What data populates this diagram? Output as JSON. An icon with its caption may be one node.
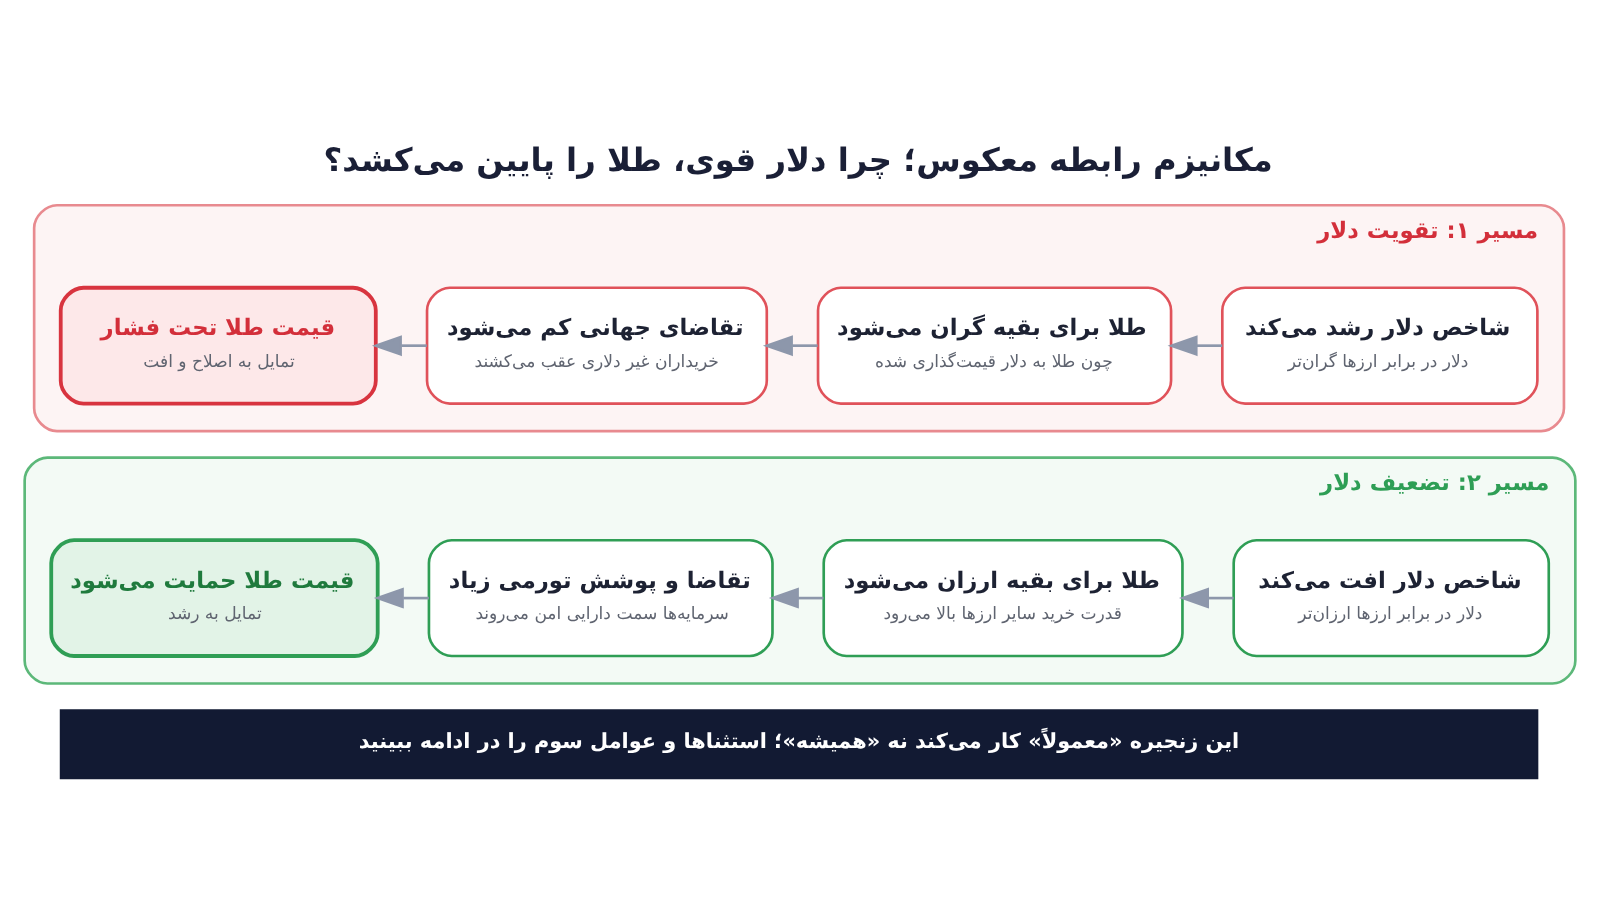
{
  "diagram": {
    "title": "مکانیزم رابطه معکوس؛ چرا دلار قوی، طلا را پایین می‌کشد؟",
    "nodes": [
      {
        "text": [
          "مسیر ۱: تقویت دلار"
        ]
      },
      {
        "text": [
          "شاخص دلار رشد می‌کند",
          "دلار در برابر ارزها گران‌تر"
        ],
        "in": 0
      },
      {
        "text": [
          "طلا برای بقیه گران می‌شود",
          "چون طلا به دلار قیمت‌گذاری شده"
        ],
        "in": 0
      },
      {
        "text": [
          "تقاضای جهانی کم می‌شود",
          "خریداران غیر دلاری عقب می‌کشند"
        ],
        "in": 0
      },
      {
        "text": [
          "قیمت طلا تحت فشار",
          "تمایل به اصلاح و افت"
        ],
        "in": 0
      },
      {
        "text": [
          "مسیر ۲: تضعیف دلار"
        ]
      },
      {
        "text": [
          "شاخص دلار افت می‌کند",
          "دلار در برابر ارزها ارزان‌تر"
        ],
        "in": 5
      },
      {
        "text": [
          "طلا برای بقیه ارزان می‌شود",
          "قدرت خرید سایر ارزها بالا می‌رود"
        ],
        "in": 5
      },
      {
        "text": [
          "تقاضا و پوشش تورمی زیاد",
          "سرمایه‌ها سمت دارایی امن می‌روند"
        ],
        "in": 5
      },
      {
        "text": [
          "قیمت طلا حمایت می‌شود",
          "تمایل به رشد"
        ],
        "in": 5
      },
      {
        "text": [
          "این زنجیره «معمولاً» کار می‌کند نه «همیشه»؛ استثناها و عوامل سوم را در ادامه ببینید"
        ]
      }
    ],
    "edges": [
      {
        "from": 1,
        "to": 2,
        "arrow": "to"
      },
      {
        "from": 2,
        "to": 3,
        "arrow": "to"
      },
      {
        "from": 3,
        "to": 4,
        "arrow": "to"
      },
      {
        "from": 6,
        "to": 7,
        "arrow": "to"
      },
      {
        "from": 7,
        "to": 8,
        "arrow": "to"
      },
      {
        "from": 8,
        "to": 9,
        "arrow": "to"
      }
    ]
  }
}
